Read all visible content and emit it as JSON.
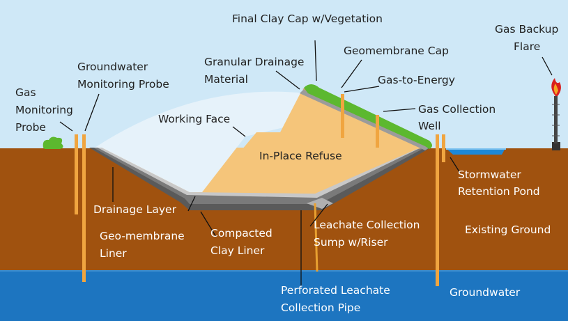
{
  "labels": {
    "final_cap": "Final Clay Cap w/Vegetation",
    "gas_flare_line1": "Gas Backup",
    "gas_flare_line2": "Flare",
    "geomembrane_cap": "Geomembrane Cap",
    "granular_line1": "Granular Drainage",
    "granular_line2": "Material",
    "gw_probe_line1": "Groundwater",
    "gw_probe_line2": "Monitoring Probe",
    "gas_energy": "Gas-to-Energy",
    "gas_probe_line1": "Gas",
    "gas_probe_line2": "Monitoring",
    "gas_probe_line3": "Probe",
    "gas_well_line1": "Gas Collection",
    "gas_well_line2": "Well",
    "working_face": "Working Face",
    "in_place_refuse": "In-Place Refuse",
    "stormwater_line1": "Stormwater",
    "stormwater_line2": "Retention Pond",
    "drainage_layer": "Drainage Layer",
    "leachate_sump_line1": "Leachate Collection",
    "leachate_sump_line2": "Sump w/Riser",
    "existing_ground": "Existing Ground",
    "geo_liner_line1": "Geo-membrane",
    "geo_liner_line2": "Liner",
    "clay_liner_line1": "Compacted",
    "clay_liner_line2": "Clay Liner",
    "perforated_line1": "Perforated Leachate",
    "perforated_line2": "Collection Pipe",
    "groundwater": "Groundwater"
  },
  "colors": {
    "sky": "#cfe8f7",
    "ground": "#a0520f",
    "groundwater": "#1d75c0",
    "refuse": "#f5c57a",
    "vegetation": "#5cb82f",
    "probe": "#f0a540",
    "liner": "#555555"
  }
}
